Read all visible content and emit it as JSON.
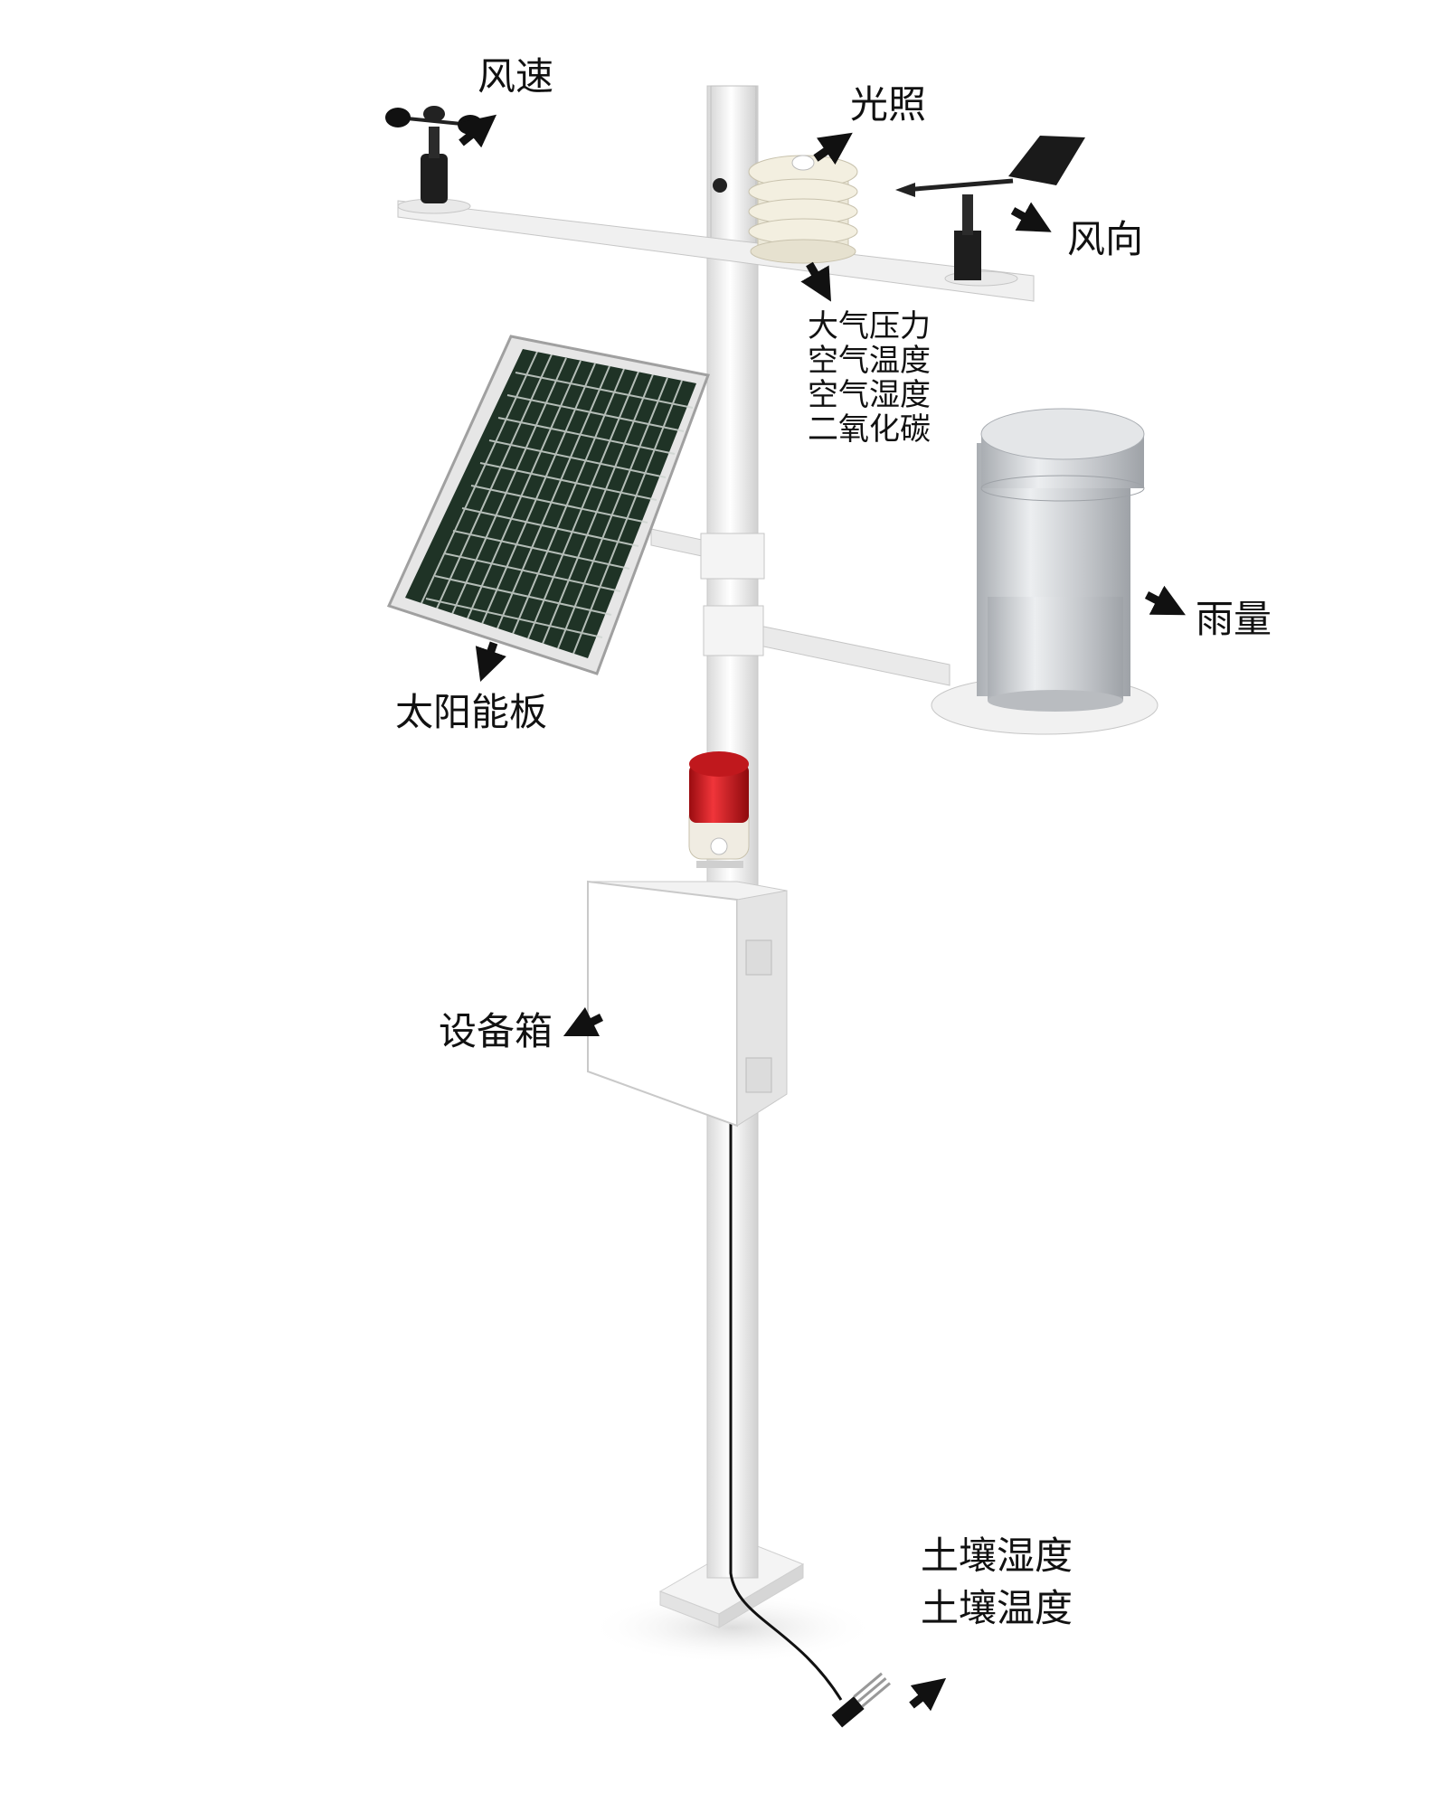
{
  "labels": {
    "wind_speed": "风速",
    "illumination": "光照",
    "wind_direction": "风向",
    "air_sensors": [
      "大气压力",
      "空气温度",
      "空气湿度",
      "二氧化碳"
    ],
    "rainfall": "雨量",
    "solar_panel": "太阳能板",
    "equipment_box": "设备箱",
    "soil_sensors": [
      "土壤湿度",
      "土壤温度"
    ]
  },
  "colors": {
    "background": "#ffffff",
    "pole": "#f2f2f2",
    "solar_cell": "#1f3326",
    "rain_gauge": "#c9ccd0",
    "alarm_light": "#d8141b",
    "arrow": "#111111"
  }
}
